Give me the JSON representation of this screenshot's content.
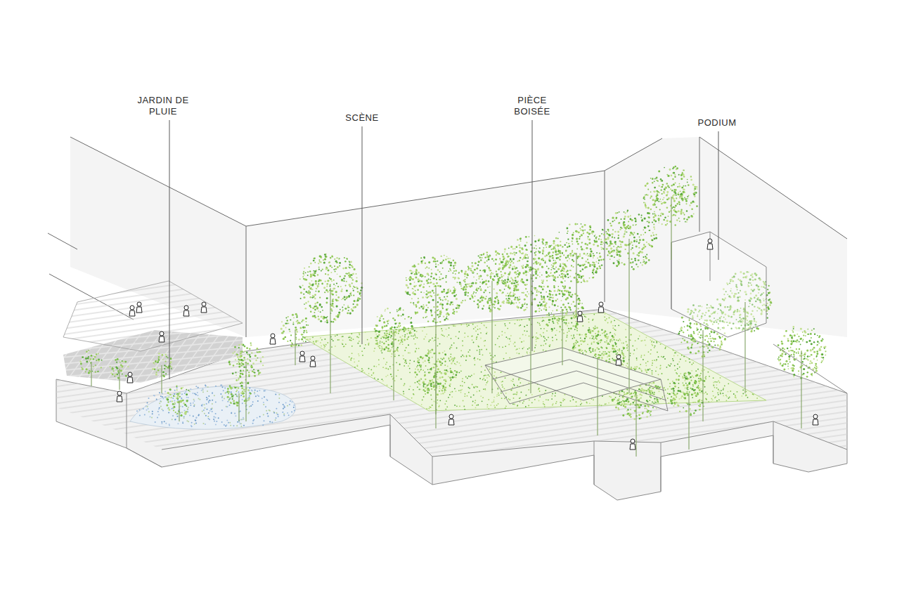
{
  "diagram": {
    "labels": [
      "JARDIN DE PLUIE",
      "SCÈNE",
      "PIÈCE BOISÉE",
      "PODIUM"
    ]
  }
}
